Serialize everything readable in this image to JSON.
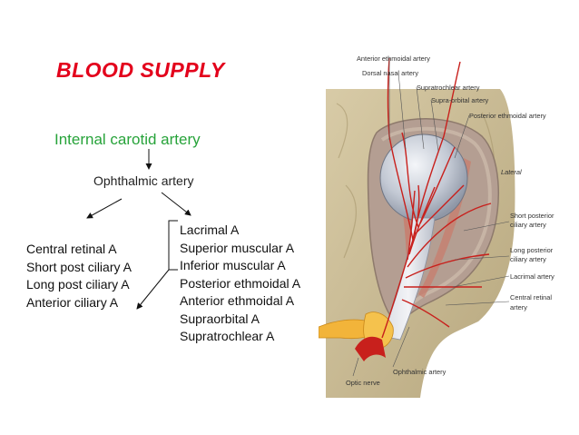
{
  "slide": {
    "title": "BLOOD SUPPLY",
    "root": "Internal carotid artery",
    "branch": "Ophthalmic artery",
    "left_branches": [
      "Central retinal A",
      "Short post ciliary A",
      "Long post ciliary A",
      "Anterior ciliary A"
    ],
    "right_branches": [
      "Lacrimal A",
      "Superior muscular A",
      "Inferior muscular A",
      "Posterior ethmoidal A",
      "Anterior ethmoidal A",
      "Supraorbital A",
      "Supratrochlear A"
    ]
  },
  "figure": {
    "labels": {
      "anterior_ethmoidal": "Anterior ethmoidal artery",
      "dorsal_nasal": "Dorsal nasal artery",
      "supratrochlear": "Supratrochlear artery",
      "supra_orbital": "Supra-orbital artery",
      "posterior_ethmoidal": "Posterior ethmoidal artery",
      "lateral": "Lateral",
      "short_posterior_1": "Short posterior",
      "short_posterior_2": "ciliary artery",
      "long_posterior_1": "Long posterior",
      "long_posterior_2": "ciliary artery",
      "lacrimal": "Lacrimal artery",
      "central_retinal_1": "Central retinal",
      "central_retinal_2": "artery",
      "ophthalmic": "Ophthalmic artery",
      "optic_nerve": "Optic nerve"
    }
  },
  "colors": {
    "title": "#e3001b",
    "root": "#27a33a",
    "artery": "#c8201c",
    "bone": "#cdbf9a",
    "eye": "#c3c9d4"
  }
}
